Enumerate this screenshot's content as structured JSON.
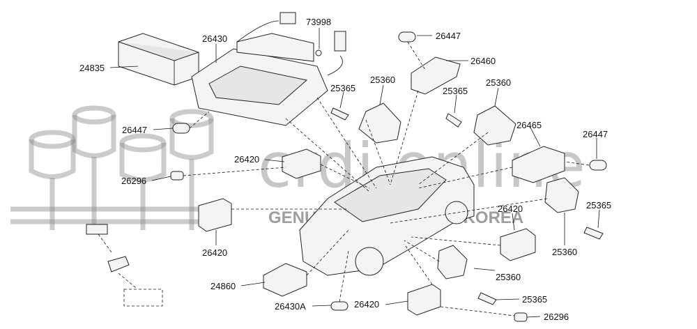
{
  "watermark": {
    "brand": "crdi.online",
    "tagline": "GENUINE PARTS FROM KOREA"
  },
  "callouts": [
    {
      "id": "24835",
      "label": "24835"
    },
    {
      "id": "26430",
      "label": "26430"
    },
    {
      "id": "73998",
      "label": "73998"
    },
    {
      "id": "26447-top",
      "label": "26447"
    },
    {
      "id": "26460",
      "label": "26460"
    },
    {
      "id": "25365-a",
      "label": "25365"
    },
    {
      "id": "25360-a",
      "label": "25360"
    },
    {
      "id": "25365-b",
      "label": "25365"
    },
    {
      "id": "25360-b",
      "label": "25360"
    },
    {
      "id": "26447-left",
      "label": "26447"
    },
    {
      "id": "26465",
      "label": "26465"
    },
    {
      "id": "26447-right",
      "label": "26447"
    },
    {
      "id": "26420-a",
      "label": "26420"
    },
    {
      "id": "26296-left",
      "label": "26296"
    },
    {
      "id": "26420-b",
      "label": "26420"
    },
    {
      "id": "25365-c",
      "label": "25365"
    },
    {
      "id": "26420-c",
      "label": "26420"
    },
    {
      "id": "25360-c",
      "label": "25360"
    },
    {
      "id": "24860",
      "label": "24860"
    },
    {
      "id": "25360-d",
      "label": "25360"
    },
    {
      "id": "25365-d",
      "label": "25365"
    },
    {
      "id": "26430A",
      "label": "26430A"
    },
    {
      "id": "26420-d",
      "label": "26420"
    },
    {
      "id": "26296-right",
      "label": "26296"
    }
  ]
}
